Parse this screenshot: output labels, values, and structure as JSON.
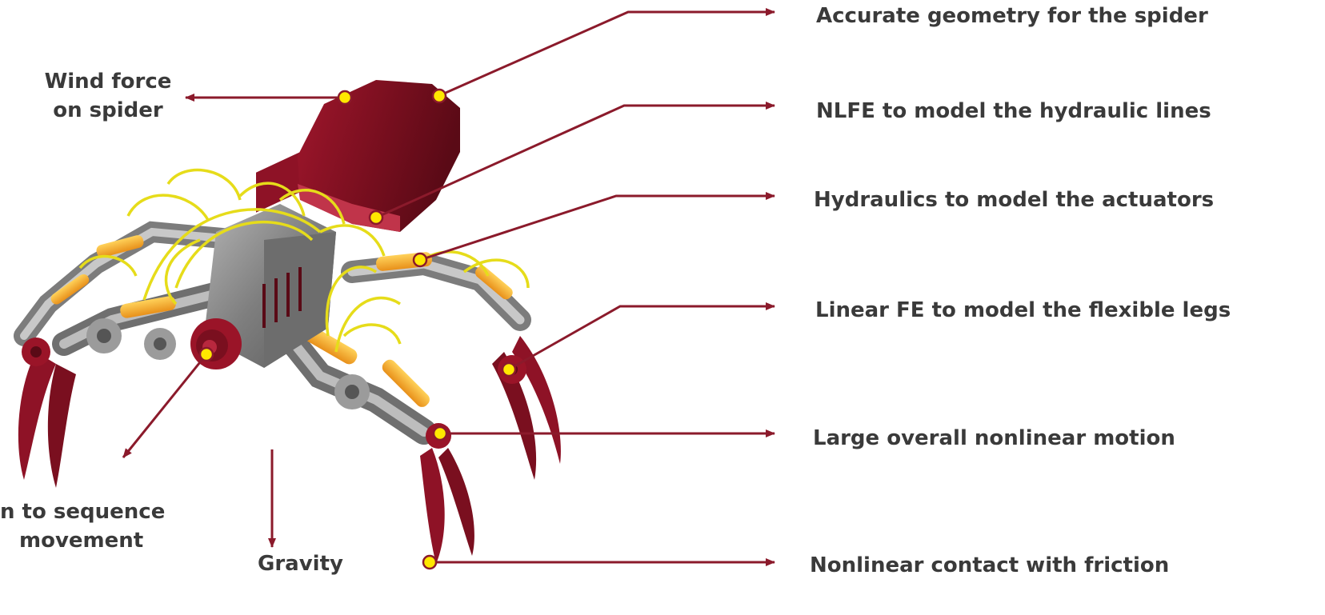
{
  "colors": {
    "arrow": "#8b1a2b",
    "body_dark": "#7a0f1f",
    "body": "#9a1428",
    "body_light": "#b8283e",
    "metal_dark": "#5e5e5e",
    "metal": "#8a8a8a",
    "metal_light": "#c9c9c9",
    "actuator": "#f0a21c",
    "actuator_light": "#ffc84a",
    "hose": "#e6dc1a",
    "marker_fill": "#ffe800",
    "marker_stroke": "#8b1a2b",
    "text": "#3a3a3a"
  },
  "labels": {
    "geometry": "Accurate geometry for the spider",
    "nlfe": "NLFE to model the hydraulic lines",
    "hydraulics": "Hydraulics to model the actuators",
    "linear_fe": "Linear FE to model the flexible legs",
    "motion": "Large overall nonlinear motion",
    "contact": "Nonlinear contact with friction",
    "wind_line1": "Wind force",
    "wind_line2": "on spider",
    "gravity": "Gravity",
    "sequence_line1": "n to sequence",
    "sequence_line2": "movement"
  },
  "icons": {
    "model": "robotic-spider-illustration",
    "marker": "yellow-dot-marker",
    "arrow": "callout-arrow"
  }
}
